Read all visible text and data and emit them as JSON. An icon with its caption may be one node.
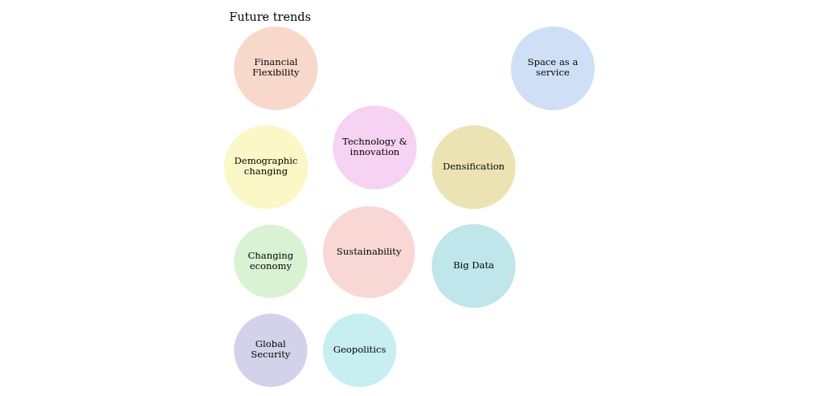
{
  "diagram": {
    "title": "Future trends",
    "nodes": [
      {
        "text": [
          "Changing economy"
        ]
      },
      {
        "text": [
          "Big Data"
        ]
      },
      {
        "text": [
          "Densification"
        ]
      },
      {
        "text": [
          "Technology & innovation"
        ]
      },
      {
        "text": [
          "Global Security"
        ]
      },
      {
        "text": [
          "Sustainability"
        ]
      },
      {
        "text": [
          "Space as a service"
        ]
      },
      {
        "text": [
          "Financial Flexibility"
        ]
      },
      {
        "text": [
          "Geopolitics"
        ]
      },
      {
        "text": [
          "Demographic changing"
        ]
      }
    ],
    "edges": []
  }
}
